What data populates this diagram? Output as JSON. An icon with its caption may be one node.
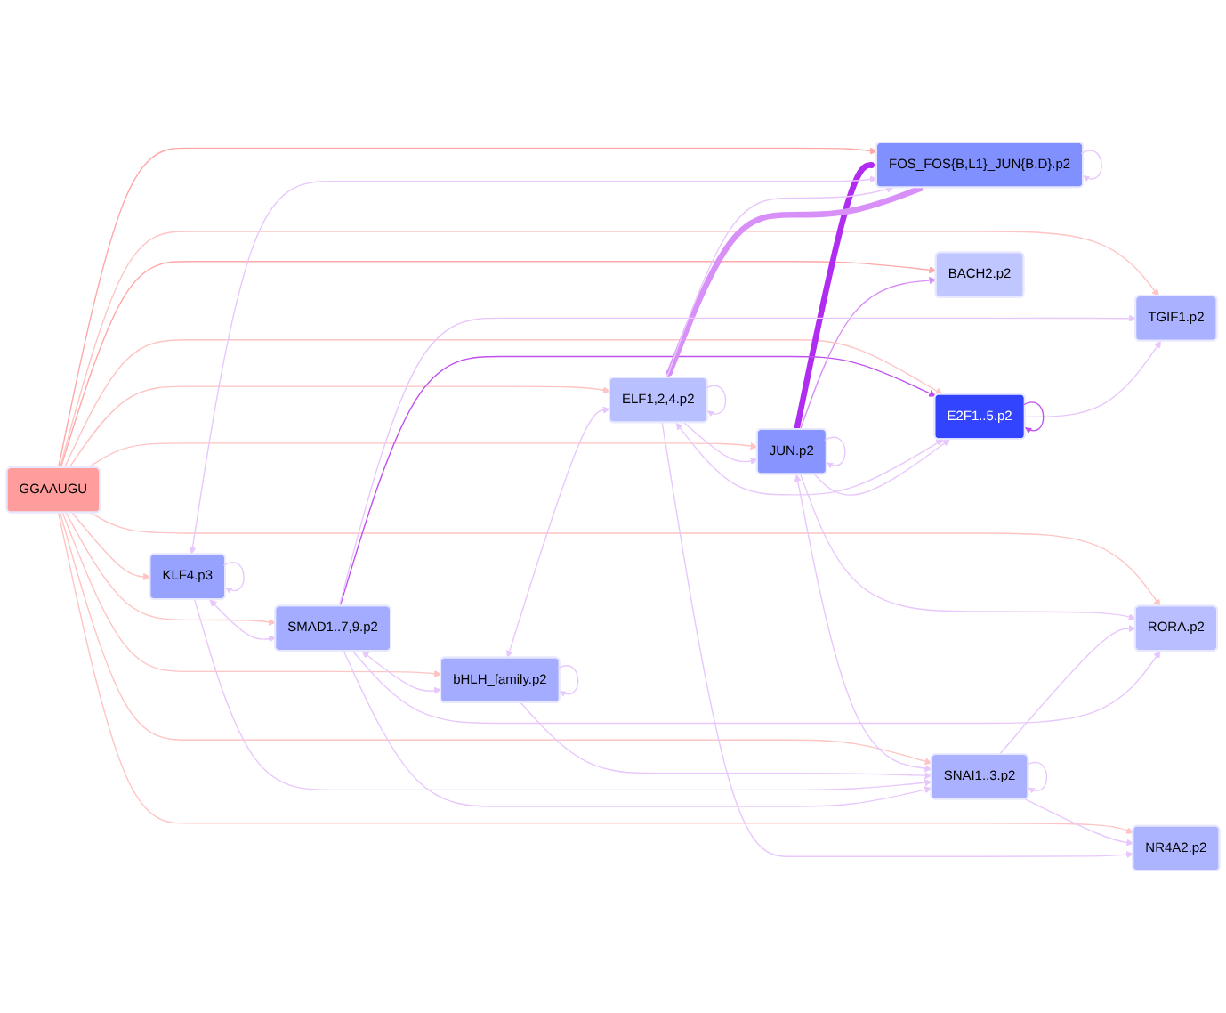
{
  "diagram": {
    "nodes": [
      {
        "text": [
          "SMAD1..7,9.p2"
        ]
      },
      {
        "text": [
          "bHLH_family.p2"
        ]
      },
      {
        "text": [
          "KLF4.p3"
        ]
      },
      {
        "text": [
          "ELF1,2,4.p2"
        ]
      },
      {
        "text": [
          "FOS_FOS{B,L1}_JUN{B,D}.p2"
        ]
      },
      {
        "text": [
          "E2F1..5.p2"
        ]
      },
      {
        "text": [
          "GGAAUGU"
        ]
      },
      {
        "text": [
          "NR4A2.p2"
        ]
      },
      {
        "text": [
          "BACH2.p2"
        ]
      },
      {
        "text": [
          "TGIF1.p2"
        ]
      },
      {
        "text": [
          "SNAI1..3.p2"
        ]
      },
      {
        "text": [
          "RORA.p2"
        ]
      },
      {
        "text": [
          "JUN.p2"
        ]
      }
    ],
    "edges": [
      {
        "from": 6,
        "to": 0,
        "arrow": "to",
        "color": "#ffc4c4"
      },
      {
        "from": 6,
        "to": 1,
        "arrow": "to",
        "color": "#ffc4c4"
      },
      {
        "from": 6,
        "to": 2,
        "arrow": "to",
        "color": "#ffc4c4"
      },
      {
        "from": 6,
        "to": 3,
        "arrow": "to",
        "color": "#ffc4c4"
      },
      {
        "from": 6,
        "to": 4,
        "arrow": "to",
        "color": "#ffa8a8"
      },
      {
        "from": 6,
        "to": 5,
        "arrow": "to",
        "color": "#ffc4c4"
      },
      {
        "from": 6,
        "to": 7,
        "arrow": "to",
        "color": "#ffc4c4"
      },
      {
        "from": 6,
        "to": 8,
        "arrow": "to",
        "color": "#ffa8a8"
      },
      {
        "from": 6,
        "to": 9,
        "arrow": "to",
        "color": "#ffc4c4"
      },
      {
        "from": 6,
        "to": 10,
        "arrow": "to",
        "color": "#ffc4c4"
      },
      {
        "from": 6,
        "to": 11,
        "arrow": "to",
        "color": "#ffc4c4"
      },
      {
        "from": 6,
        "to": 12,
        "arrow": "to",
        "color": "#ffc4c4"
      },
      {
        "from": 12,
        "to": 4,
        "arrow": "to",
        "style": "thick",
        "color": "#b02cf0"
      },
      {
        "from": 0,
        "to": 5,
        "arrow": "to",
        "color": "#c050f0"
      },
      {
        "from": 4,
        "to": 3,
        "arrow": "to",
        "style": "thick",
        "color": "#d890f8"
      },
      {
        "from": 12,
        "to": 8,
        "arrow": "to",
        "color": "#d890f8"
      },
      {
        "from": 5,
        "to": 5,
        "arrow": "to",
        "color": "#c050f0"
      },
      {
        "from": 0,
        "to": 1,
        "arrow": "both"
      },
      {
        "from": 1,
        "to": 1,
        "arrow": "to"
      },
      {
        "from": 2,
        "to": 2,
        "arrow": "to"
      },
      {
        "from": 3,
        "to": 3,
        "arrow": "to"
      },
      {
        "from": 4,
        "to": 4,
        "arrow": "to"
      },
      {
        "from": 10,
        "to": 10,
        "arrow": "to"
      },
      {
        "from": 12,
        "to": 12,
        "arrow": "to"
      },
      {
        "from": 2,
        "to": 0,
        "arrow": "both"
      },
      {
        "from": 2,
        "to": 4,
        "arrow": "both"
      },
      {
        "from": 1,
        "to": 3,
        "arrow": "both"
      },
      {
        "from": 3,
        "to": 5,
        "arrow": "both"
      },
      {
        "from": 12,
        "to": 10,
        "arrow": "both"
      },
      {
        "from": 12,
        "to": 11,
        "arrow": "to"
      },
      {
        "from": 10,
        "to": 11,
        "arrow": "to"
      },
      {
        "from": 0,
        "to": 11,
        "arrow": "to"
      },
      {
        "from": 0,
        "to": 9,
        "arrow": "to"
      },
      {
        "from": 1,
        "to": 10,
        "arrow": "to"
      },
      {
        "from": 3,
        "to": 12,
        "arrow": "to"
      },
      {
        "from": 2,
        "to": 10,
        "arrow": "to"
      },
      {
        "from": 10,
        "to": 7,
        "arrow": "to"
      },
      {
        "from": 3,
        "to": 7,
        "arrow": "to"
      },
      {
        "from": 5,
        "to": 9,
        "arrow": "to"
      },
      {
        "from": 0,
        "to": 10,
        "arrow": "to"
      },
      {
        "from": 3,
        "to": 4,
        "arrow": "to"
      },
      {
        "from": 12,
        "to": 5,
        "arrow": "to"
      }
    ]
  }
}
